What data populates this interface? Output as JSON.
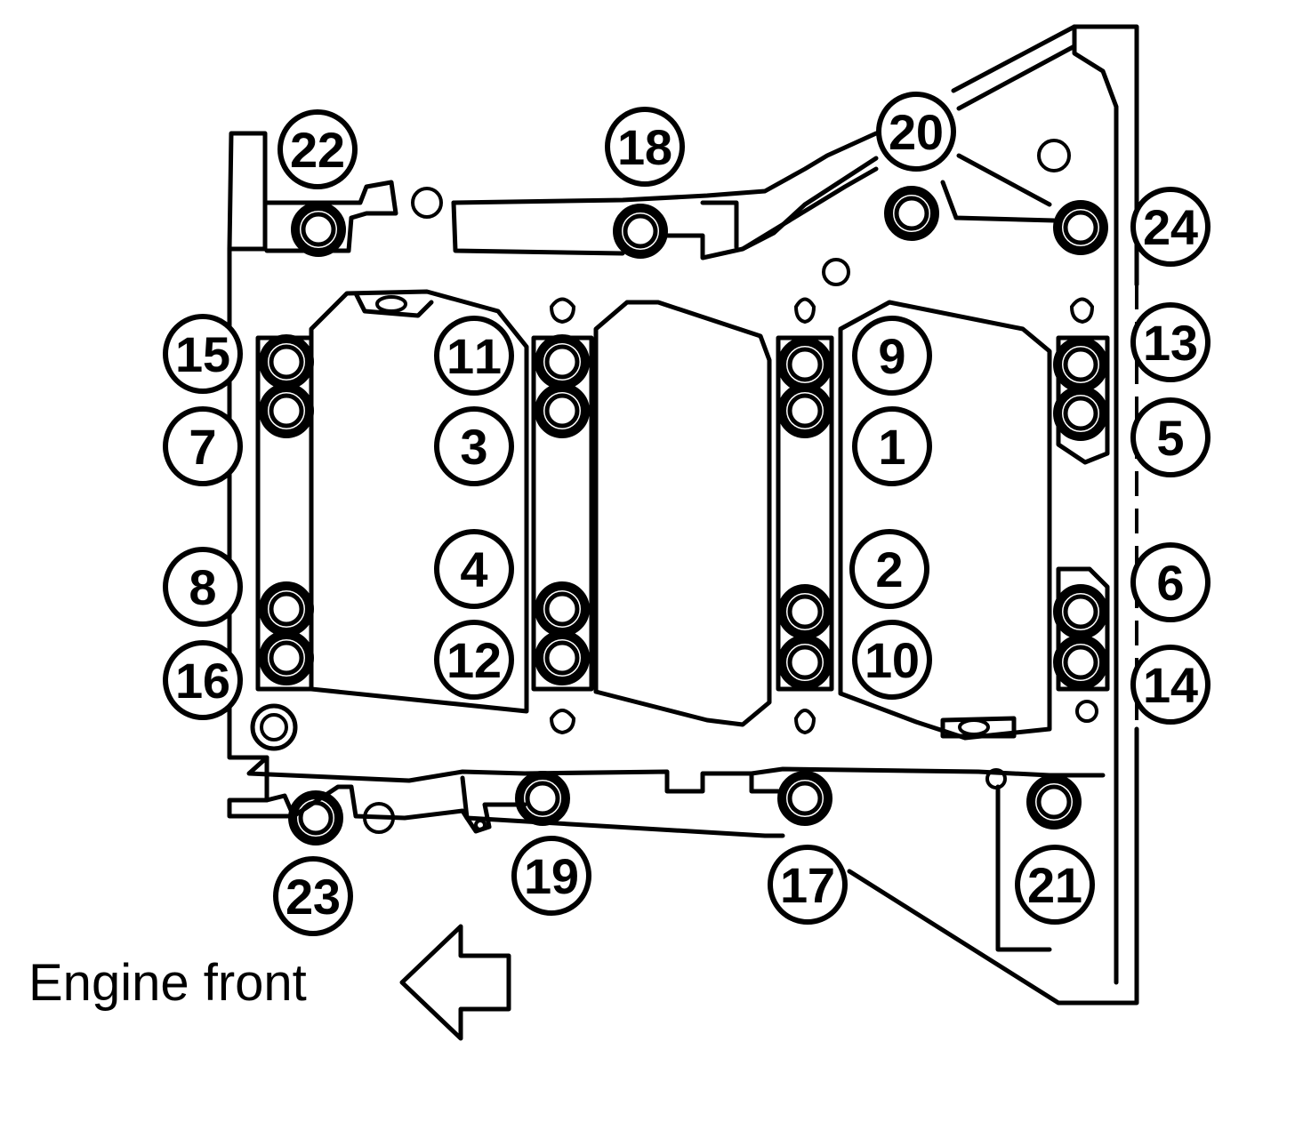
{
  "caption": "Engine front",
  "bolt_labels": [
    "1",
    "2",
    "3",
    "4",
    "5",
    "6",
    "7",
    "8",
    "9",
    "10",
    "11",
    "12",
    "13",
    "14",
    "15",
    "16",
    "17",
    "18",
    "19",
    "20",
    "21",
    "22",
    "23",
    "24"
  ]
}
